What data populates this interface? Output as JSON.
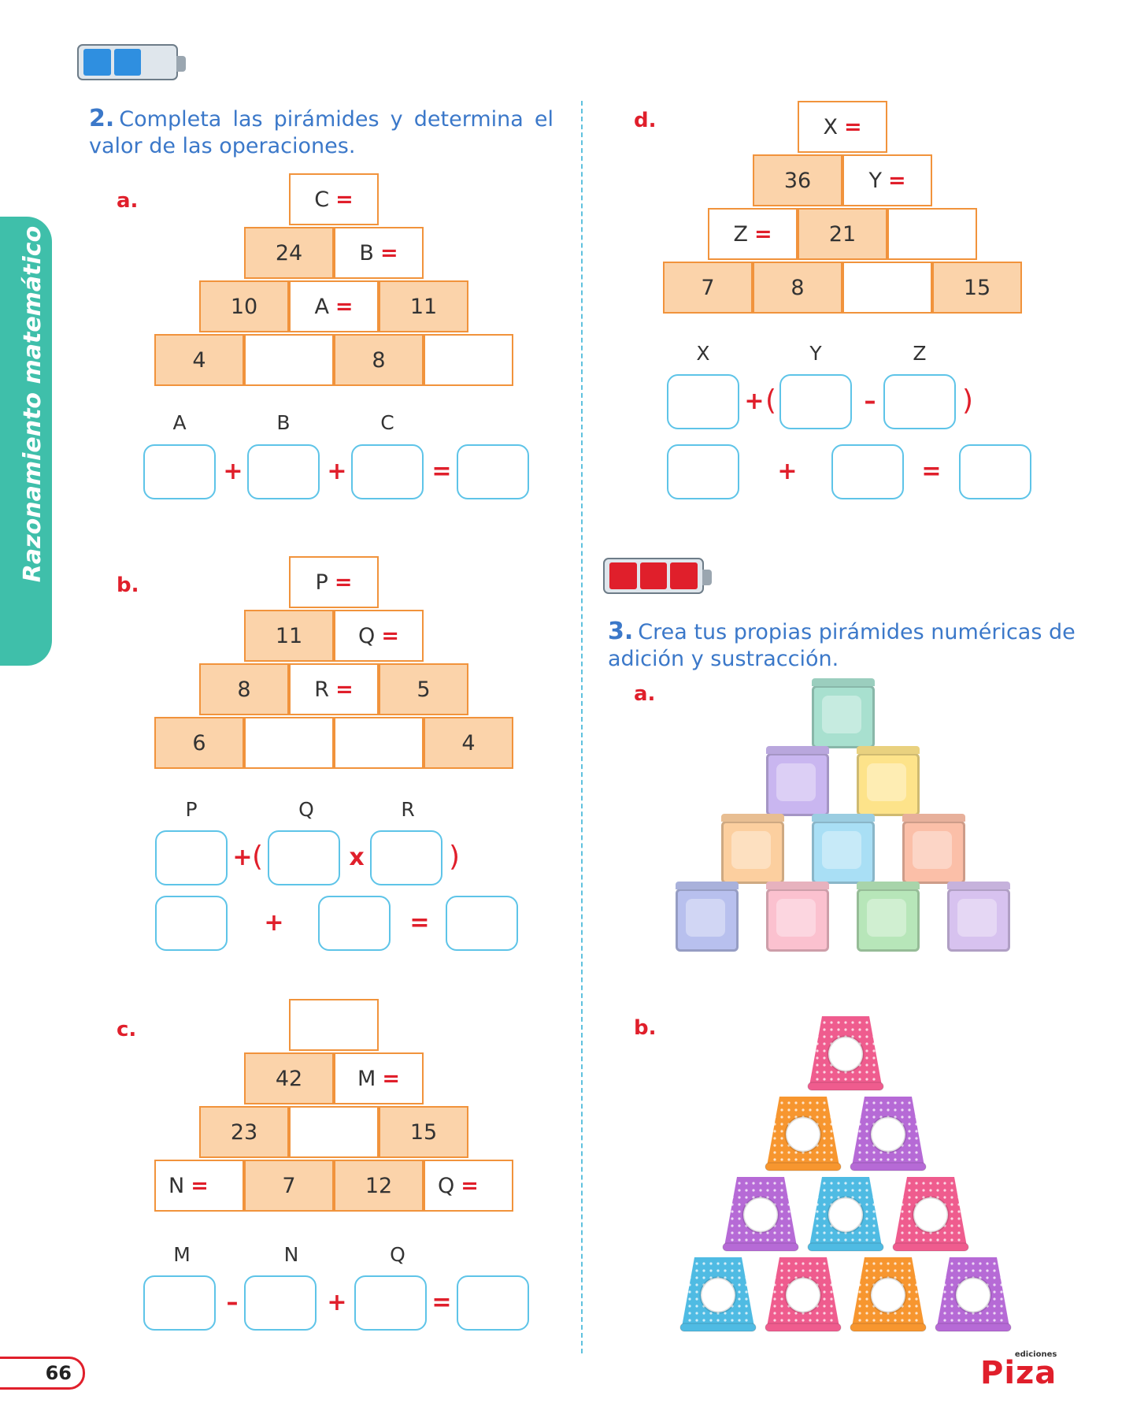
{
  "sidebar": {
    "text": "Razonamiento matemático"
  },
  "page_number": "66",
  "brand": {
    "name": "Piza",
    "sub": "ediciones",
    "color": "#e01f2b"
  },
  "colors": {
    "accent_blue": "#3b78c9",
    "accent_red": "#e01f2b",
    "cell_fill": "#fbd3aa",
    "cell_border": "#f1933c",
    "box_border": "#5ec4e8",
    "sidebar": "#3fbfaa"
  },
  "level_indicators": [
    {
      "name": "level-2-battery",
      "cells": 2,
      "color": "#2f8fe0"
    },
    {
      "name": "level-3-battery",
      "cells": 3,
      "color": "#e01f2b"
    }
  ],
  "exercise2": {
    "number": "2.",
    "text": "Completa las pirámides y determina el valor de las operaciones.",
    "a": {
      "label": "a.",
      "rows": [
        [
          "C ="
        ],
        [
          "24",
          "B ="
        ],
        [
          "10",
          "A =",
          "11"
        ],
        [
          "4",
          "",
          "8",
          ""
        ]
      ],
      "letters": [
        "A",
        "B",
        "C"
      ],
      "ops": [
        "+",
        "+",
        "="
      ]
    },
    "b": {
      "label": "b.",
      "rows": [
        [
          "P ="
        ],
        [
          "11",
          "Q ="
        ],
        [
          "8",
          "R =",
          "5"
        ],
        [
          "6",
          "",
          "",
          "4"
        ]
      ],
      "letters": [
        "P",
        "Q",
        "R"
      ],
      "ops1": [
        "+",
        "(",
        "x",
        ")"
      ],
      "ops2": [
        "+",
        "="
      ]
    },
    "c": {
      "label": "c.",
      "rows": [
        [
          ""
        ],
        [
          "42",
          "M ="
        ],
        [
          "23",
          "",
          "15"
        ],
        [
          "N =",
          "7",
          "12",
          "Q ="
        ]
      ],
      "letters": [
        "M",
        "N",
        "Q"
      ],
      "ops": [
        "–",
        "+",
        "="
      ]
    },
    "d": {
      "label": "d.",
      "rows": [
        [
          "X ="
        ],
        [
          "36",
          "Y ="
        ],
        [
          "Z =",
          "21",
          ""
        ],
        [
          "7",
          "8",
          "",
          "15"
        ]
      ],
      "letters": [
        "X",
        "Y",
        "Z"
      ],
      "ops1": [
        "+",
        "(",
        "–",
        ")"
      ],
      "ops2": [
        "+",
        "="
      ]
    }
  },
  "exercise3": {
    "number": "3.",
    "text": "Crea tus propias pirámides numéricas de adición y sustracción.",
    "a": {
      "label": "a.",
      "cube_colors": [
        [
          "#a8e0cf"
        ],
        [
          "#c9b6f0",
          "#fde38a"
        ],
        [
          "#fccf9f",
          "#a9dff5",
          "#fbbfa8"
        ],
        [
          "#b8c0ee",
          "#fbc1cf",
          "#b7e6b9",
          "#d7c2ef"
        ]
      ]
    },
    "b": {
      "label": "b.",
      "cup_colors": [
        [
          "#ef5c8e"
        ],
        [
          "#f7962f",
          "#b66ad6"
        ],
        [
          "#b66ad6",
          "#4fbbe3",
          "#ef5c8e"
        ],
        [
          "#4fbbe3",
          "#ef5c8e",
          "#f7962f",
          "#b66ad6"
        ]
      ]
    }
  }
}
